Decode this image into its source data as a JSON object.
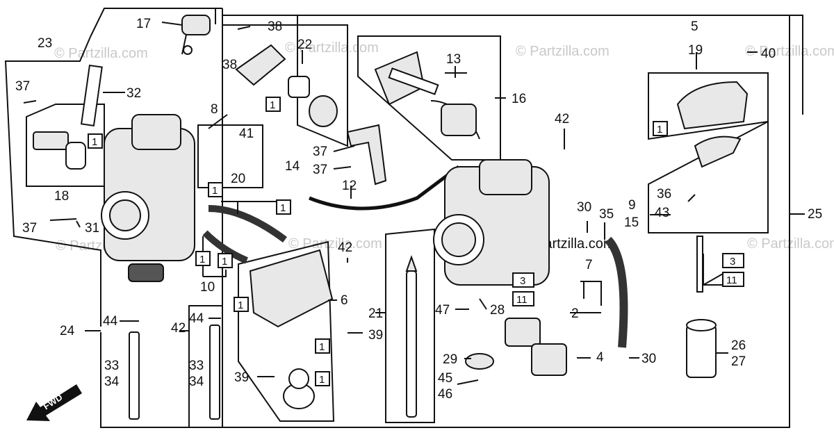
{
  "watermark": "© Partzilla.com",
  "center_watermark": "Partzilla.com",
  "fwd_label": "FWD",
  "labels": {
    "l17": "17",
    "l23": "23",
    "l38a": "38",
    "l38b": "38",
    "l22": "22",
    "l37a": "37",
    "l32": "32",
    "l8": "8",
    "l41": "41",
    "l14": "14",
    "l18": "18",
    "l20": "20",
    "l37b": "37",
    "l31": "31",
    "l10": "10",
    "l42a": "42",
    "l24": "24",
    "l44a": "44",
    "l33a": "33",
    "l34a": "34",
    "l44b": "44",
    "l33b": "33",
    "l34b": "34",
    "l39a": "39",
    "l39b": "39",
    "l6": "6",
    "l13": "13",
    "l16": "16",
    "l37c": "37",
    "l37d": "37",
    "l12": "12",
    "l42b": "42",
    "l42c": "42",
    "l21": "21",
    "l47": "47",
    "l28": "28",
    "l29": "29",
    "l45": "45",
    "l46": "46",
    "l30a": "30",
    "l35": "35",
    "l7": "7",
    "l2": "2",
    "l4": "4",
    "l30b": "30",
    "l5": "5",
    "l19": "19",
    "l40": "40",
    "l9": "9",
    "l15": "15",
    "l36": "36",
    "l43": "43",
    "l25": "25",
    "l26": "26",
    "l27": "27"
  },
  "boxes": {
    "b1a": "1",
    "b1b": "1",
    "b1c": "1",
    "b1d": "1",
    "b1e": "1",
    "b1f": "1",
    "b1g": "1",
    "b1h": "1",
    "b1i": "1",
    "b1j": "1",
    "b3a": "3",
    "b11a": "11",
    "b3b": "3",
    "b11b": "11"
  }
}
